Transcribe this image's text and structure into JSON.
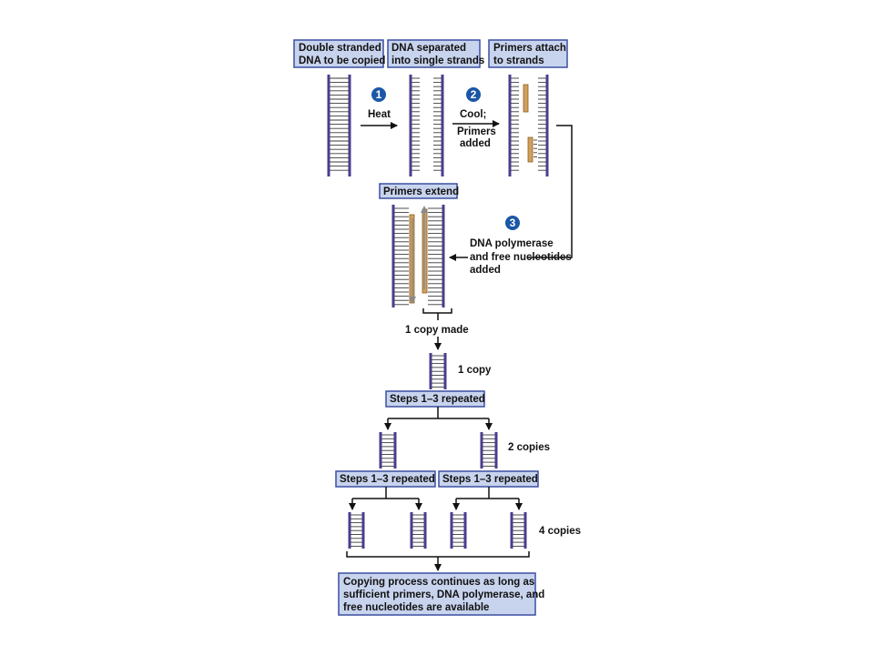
{
  "boxes": {
    "double_stranded": [
      "Double stranded",
      "DNA to be copied"
    ],
    "separated": [
      "DNA separated",
      "into single strands"
    ],
    "primers_attach": [
      "Primers attach",
      "to strands"
    ],
    "primers_extend": [
      "Primers extend"
    ],
    "steps_repeated_1": [
      "Steps 1–3 repeated"
    ],
    "steps_repeated_left": [
      "Steps 1–3 repeated"
    ],
    "steps_repeated_right": [
      "Steps 1–3 repeated"
    ],
    "final": [
      "Copying process continues as long as",
      "sufficient primers, DNA polymerase, and",
      "free nucleotides are available"
    ]
  },
  "steps": {
    "step1": {
      "number": "1",
      "label": [
        "Heat"
      ]
    },
    "step2": {
      "number": "2",
      "label": [
        "Cool;",
        "Primers",
        "added"
      ]
    },
    "step3": {
      "number": "3",
      "label": [
        "DNA polymerase",
        "and free nucleotides",
        "added"
      ]
    }
  },
  "labels": {
    "copy_made": "1 copy made",
    "one_copy": "1 copy",
    "two_copies": "2 copies",
    "four_copies": "4 copies"
  },
  "colors": {
    "box_fill": "#c8d4ee",
    "box_border": "#3b4fa0",
    "strand": "#4b3d8f",
    "primer": "#d2a05e",
    "badge": "#1b57a7"
  }
}
